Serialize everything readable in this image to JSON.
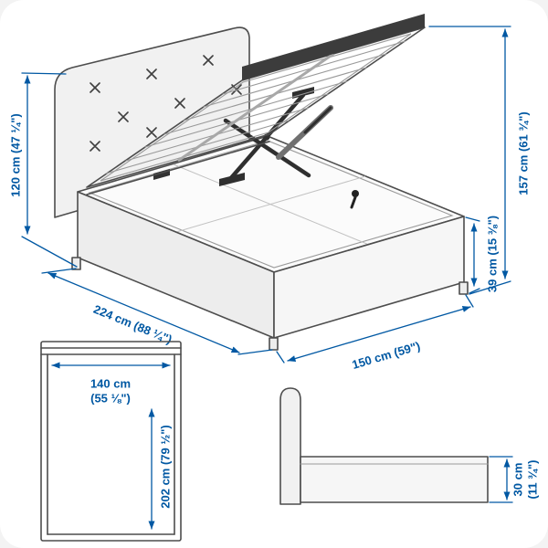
{
  "colors": {
    "dimension_blue": "#0058a3",
    "line_gray": "#4d4d4d"
  },
  "main_view": {
    "dim_headboard_height": "120 cm (47 ¼\")",
    "dim_total_height": "157 cm (61 ¾\")",
    "dim_base_height": "39 cm (15 ⅜\")",
    "dim_length": "224 cm (88 ¼\")",
    "dim_width": "150 cm (59\")"
  },
  "top_view": {
    "dim_inner_width_line1": "140 cm",
    "dim_inner_width_line2": "(55 ⅛\")",
    "dim_inner_length": "202 cm (79 ½\")"
  },
  "side_view": {
    "dim_rail_height_line1": "30 cm",
    "dim_rail_height_line2": "(11 ¾\")"
  }
}
